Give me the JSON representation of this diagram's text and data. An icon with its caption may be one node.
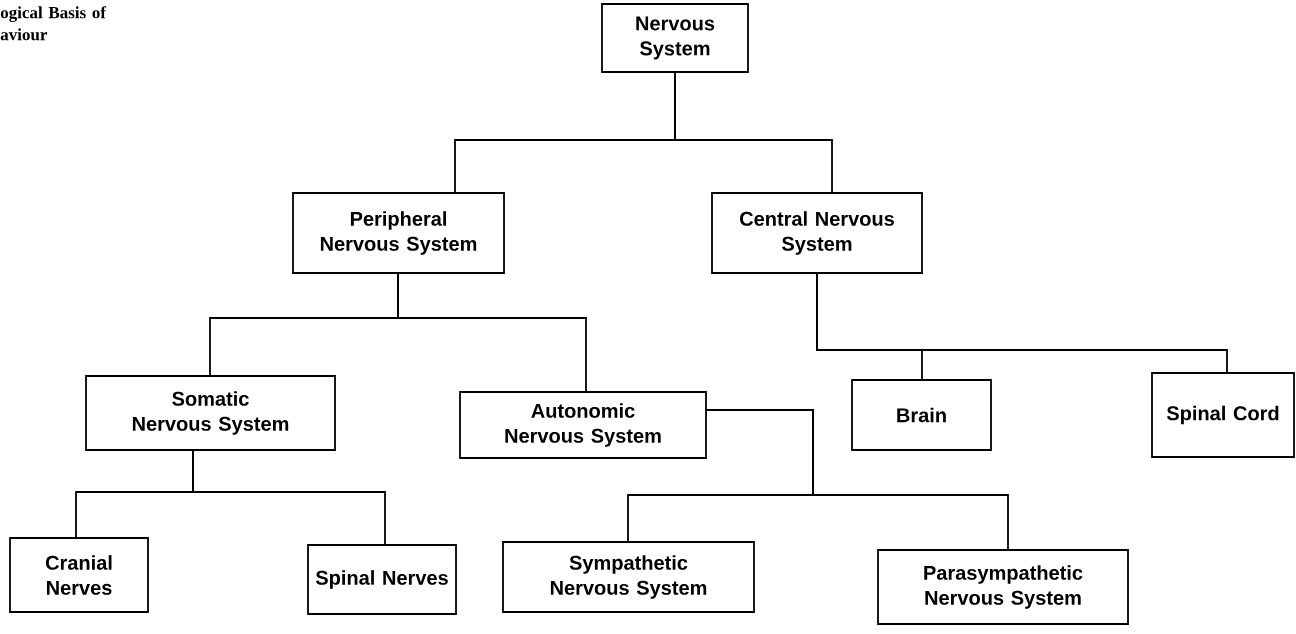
{
  "diagram": {
    "nodes": [
      {
        "text": [
          "Nervous System"
        ]
      },
      {
        "text": [
          "Peripheral Nervous System"
        ]
      },
      {
        "text": [
          "Central Nervous System"
        ]
      },
      {
        "text": [
          "Somatic Nervous System"
        ]
      },
      {
        "text": [
          "Autonomic Nervous System"
        ]
      },
      {
        "text": [
          "Brain"
        ]
      },
      {
        "text": [
          "Spinal Cord"
        ]
      },
      {
        "text": [
          "Cranial Nerves"
        ]
      },
      {
        "text": [
          "Spinal Nerves"
        ]
      },
      {
        "text": [
          "Sympathetic Nervous System"
        ]
      },
      {
        "text": [
          "Parasympathetic Nervous System"
        ]
      }
    ],
    "edges": [
      {
        "from": 0,
        "to": 1,
        "arrow": "none"
      },
      {
        "from": 0,
        "to": 2,
        "arrow": "none"
      },
      {
        "from": 1,
        "to": 3,
        "arrow": "none"
      },
      {
        "from": 1,
        "to": 4,
        "arrow": "none"
      },
      {
        "from": 2,
        "to": 5,
        "arrow": "none"
      },
      {
        "from": 2,
        "to": 6,
        "arrow": "none"
      },
      {
        "from": 3,
        "to": 7,
        "arrow": "none"
      },
      {
        "from": 3,
        "to": 8,
        "arrow": "none"
      },
      {
        "from": 4,
        "to": 9,
        "arrow": "none"
      },
      {
        "from": 4,
        "to": 10,
        "arrow": "none"
      }
    ],
    "labels": [
      "ogical Basis of aviour"
    ]
  }
}
